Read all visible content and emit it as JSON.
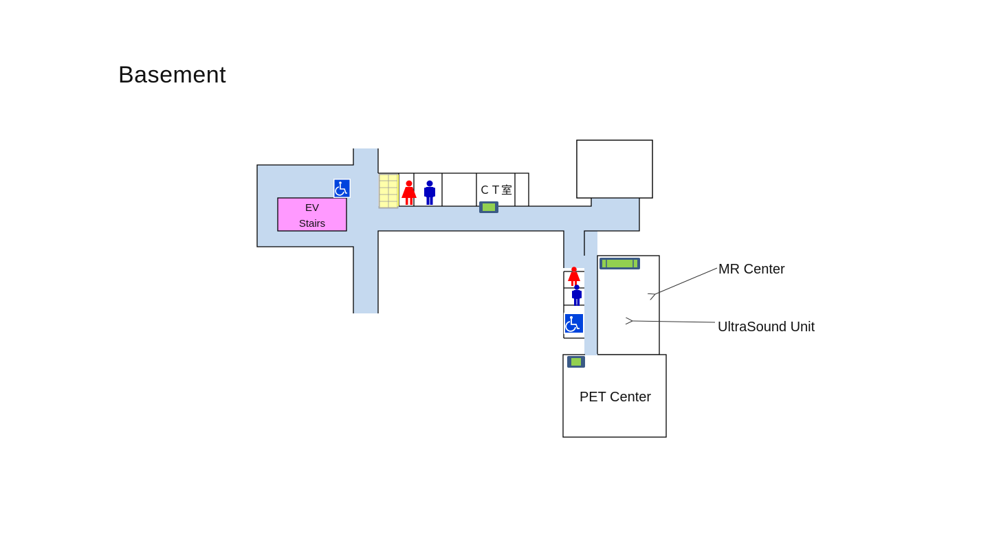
{
  "title": "Basement",
  "colors": {
    "corridor": "#c5d9ef",
    "ev_stairs_fill": "#ff99ff",
    "wall": "#000000",
    "women_icon": "#ff0000",
    "men_icon": "#0000c0",
    "accessible_bg": "#0044dd",
    "sign_frame": "#3b5a86",
    "sign_fill": "#92d050",
    "elevator_fill": "#ffffaa"
  },
  "rooms": {
    "ev_stairs": {
      "line1": "EV",
      "line2": "Stairs"
    },
    "ct_room": "ＣＴ室",
    "pet_center": "PET Center"
  },
  "callouts": [
    {
      "id": "mr-center",
      "label": "MR Center"
    },
    {
      "id": "ultrasound-unit",
      "label": "UltraSound Unit"
    }
  ],
  "icons": {
    "accessible_toilet": "wheelchair-icon",
    "women_toilet": "woman-icon",
    "men_toilet": "man-icon",
    "elevator": "elevator-icon",
    "reception_sign": "reception-sign-icon"
  }
}
